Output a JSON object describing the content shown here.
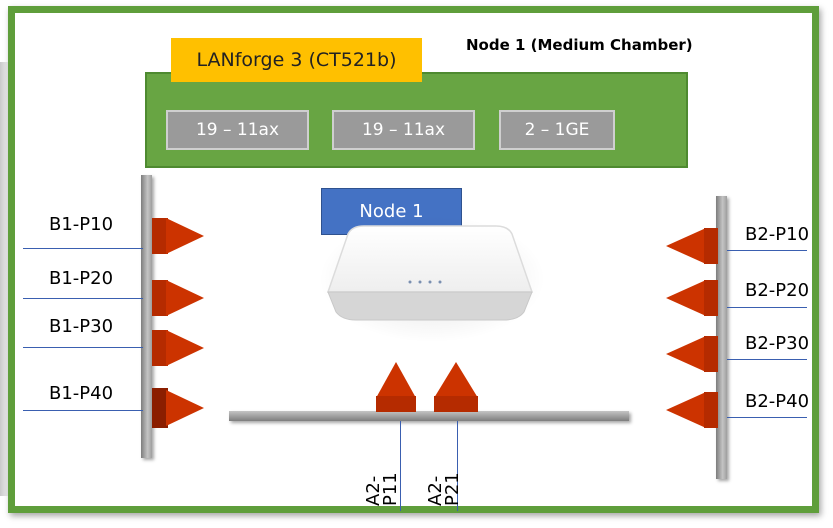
{
  "diagram": {
    "title": "Node 1 (Medium Chamber)",
    "lanforge_label": "LANforge 3 (CT521b)",
    "radios": [
      "19 – 11ax",
      "19 – 11ax",
      "2 – 1GE"
    ],
    "node_label": "Node 1",
    "left_ports": [
      "B1-P10",
      "B1-P20",
      "B1-P30",
      "B1-P40"
    ],
    "right_ports": [
      "B2-P10",
      "B2-P20",
      "B2-P30",
      "B2-P40"
    ],
    "bottom_ports": [
      "A2-P11",
      "A2-P21"
    ],
    "bottom_port_lines": [
      [
        "A2-",
        "P11"
      ],
      [
        "A2-",
        "P21"
      ]
    ]
  },
  "colors": {
    "frame": "#5f9e3b",
    "chassis": "#68a543",
    "label_bg": "#ffc000",
    "radio_bg": "#9a9a9a",
    "node_bg": "#4472c4",
    "antenna": "#cc3300",
    "line": "#3a5fb0"
  },
  "icons": [
    "access-point-icon",
    "antenna-icon"
  ]
}
